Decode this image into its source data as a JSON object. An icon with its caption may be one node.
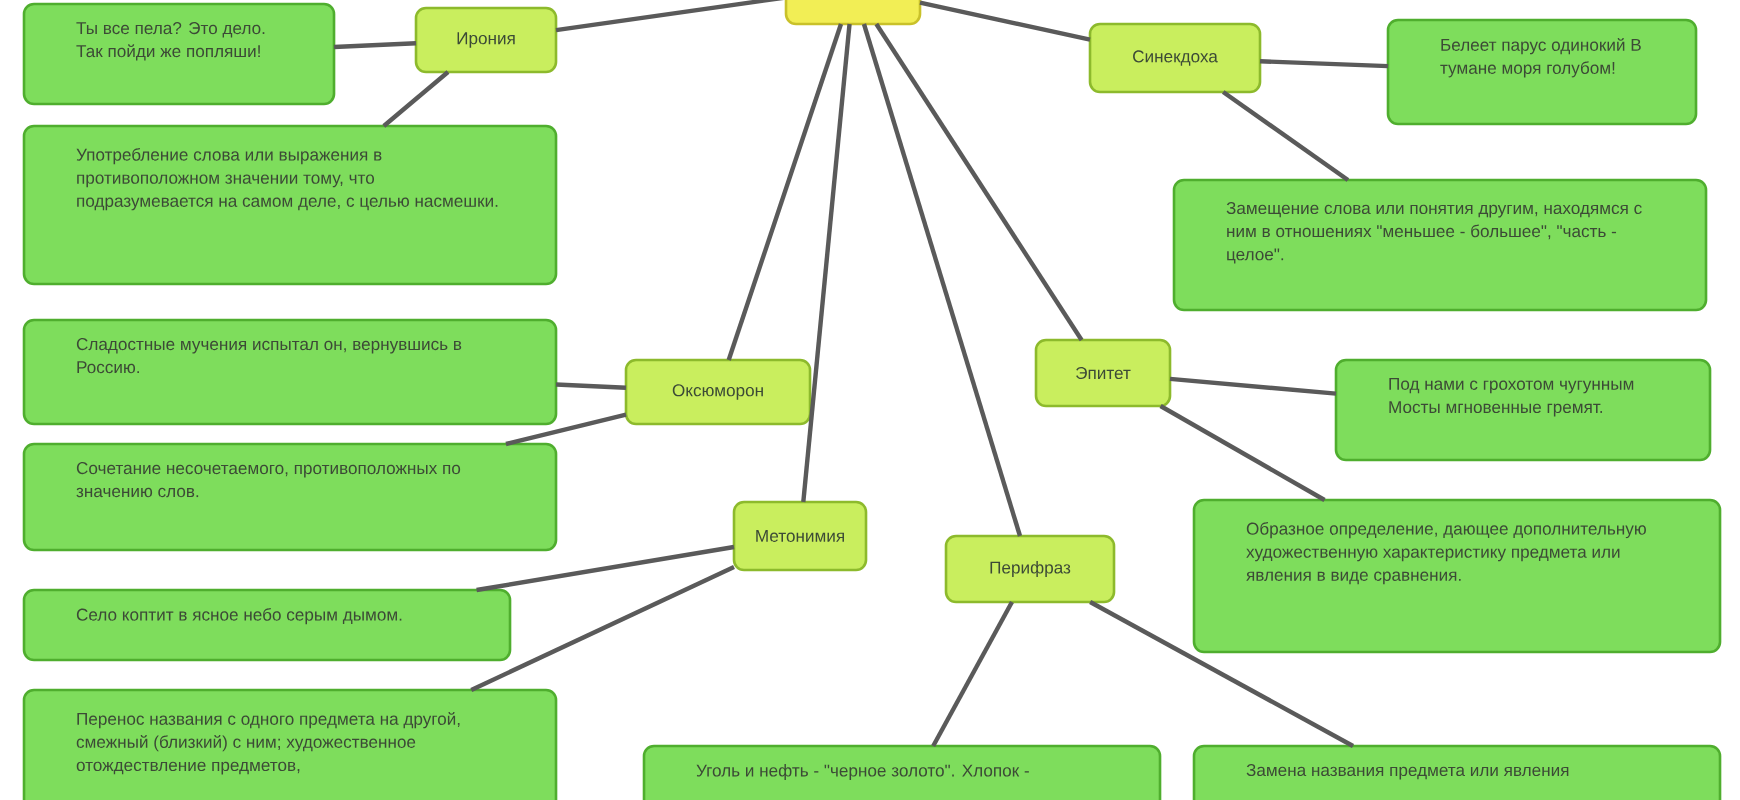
{
  "diagram": {
    "nodes": [
      {
        "text": [],
        "shape": "box"
      },
      {
        "text": [
          "Ирония"
        ]
      },
      {
        "text": [
          "Ты все пела? Это дело. Так пойди же попляши!"
        ]
      },
      {
        "text": [
          "Употребление слова или выражения в противоположном значении тому, что подразумевается на самом деле, с целью насмешки."
        ]
      },
      {
        "text": [
          "Синекдоха"
        ]
      },
      {
        "text": [
          "Белеет парус одинокий В тумане моря голубом!"
        ]
      },
      {
        "text": [
          "Замещение слова или понятия другим, находямся с ним в отношениях \"меньшее - большее\", \"часть - целое\"."
        ]
      },
      {
        "text": [
          "Оксюморон"
        ]
      },
      {
        "text": [
          "Сладостные мучения испытал он, вернувшись в Россию."
        ]
      },
      {
        "text": [
          "Сочетание несочетаемого, противоположных по значению слов."
        ]
      },
      {
        "text": [
          "Эпитет"
        ]
      },
      {
        "text": [
          "Под нами с грохотом чугунным Мосты мгновенные гремят."
        ]
      },
      {
        "text": [
          "Образное определение, дающее дополнительную художественную характеристику предмета или явления в виде сравнения."
        ]
      },
      {
        "text": [
          "Метонимия"
        ]
      },
      {
        "text": [
          "Село коптит в ясное небо серым дымом."
        ]
      },
      {
        "text": [
          "Перенос названия с одного предмета на другой, смежный (близкий) с ним; художественное отождествление предметов,"
        ]
      },
      {
        "text": [
          "Перифраз"
        ]
      },
      {
        "text": [
          "Уголь и нефть - \"черное золото\". Хлопок -"
        ]
      },
      {
        "text": [
          "Замена названия предмета или явления"
        ]
      }
    ],
    "edges": [
      {
        "from": 0,
        "to": 1,
        "arrow": "none"
      },
      {
        "from": 1,
        "to": 2,
        "arrow": "none"
      },
      {
        "from": 1,
        "to": 3,
        "arrow": "none"
      },
      {
        "from": 0,
        "to": 4,
        "arrow": "none"
      },
      {
        "from": 4,
        "to": 5,
        "arrow": "none"
      },
      {
        "from": 4,
        "to": 6,
        "arrow": "none"
      },
      {
        "from": 0,
        "to": 7,
        "arrow": "none"
      },
      {
        "from": 7,
        "to": 8,
        "arrow": "none"
      },
      {
        "from": 7,
        "to": 9,
        "arrow": "none"
      },
      {
        "from": 0,
        "to": 10,
        "arrow": "none"
      },
      {
        "from": 10,
        "to": 11,
        "arrow": "none"
      },
      {
        "from": 10,
        "to": 12,
        "arrow": "none"
      },
      {
        "from": 0,
        "to": 13,
        "arrow": "none"
      },
      {
        "from": 13,
        "to": 14,
        "arrow": "none"
      },
      {
        "from": 13,
        "to": 15,
        "arrow": "none"
      },
      {
        "from": 0,
        "to": 16,
        "arrow": "none"
      },
      {
        "from": 16,
        "to": 17,
        "arrow": "none"
      },
      {
        "from": 16,
        "to": 18,
        "arrow": "none"
      }
    ]
  }
}
